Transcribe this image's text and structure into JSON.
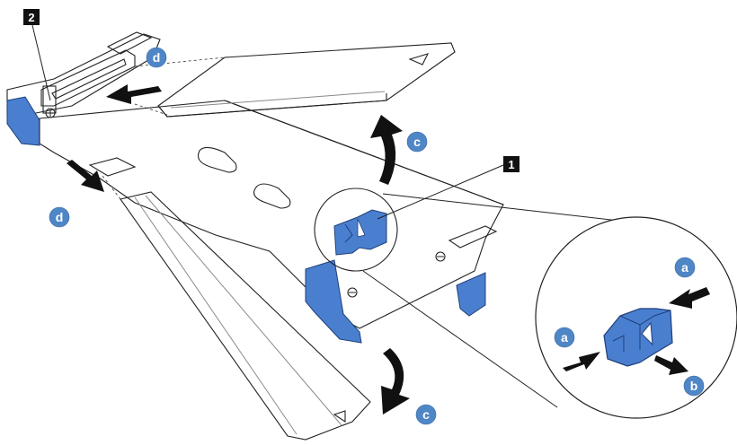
{
  "figure": {
    "callouts": {
      "one": "1",
      "two": "2"
    },
    "steps": {
      "a": "a",
      "b": "b",
      "c": "c",
      "d": "d"
    }
  },
  "colors": {
    "retainer_blue": "#4a7fd0",
    "badge_blue": "#4f86c6",
    "board_fill": "#f1f1f1",
    "drive_fill": "#c9c9c9",
    "outline": "#222222"
  },
  "icons": [
    "arrow-icon",
    "curved-arrow-icon",
    "retainer-clip-icon",
    "screw-icon"
  ]
}
